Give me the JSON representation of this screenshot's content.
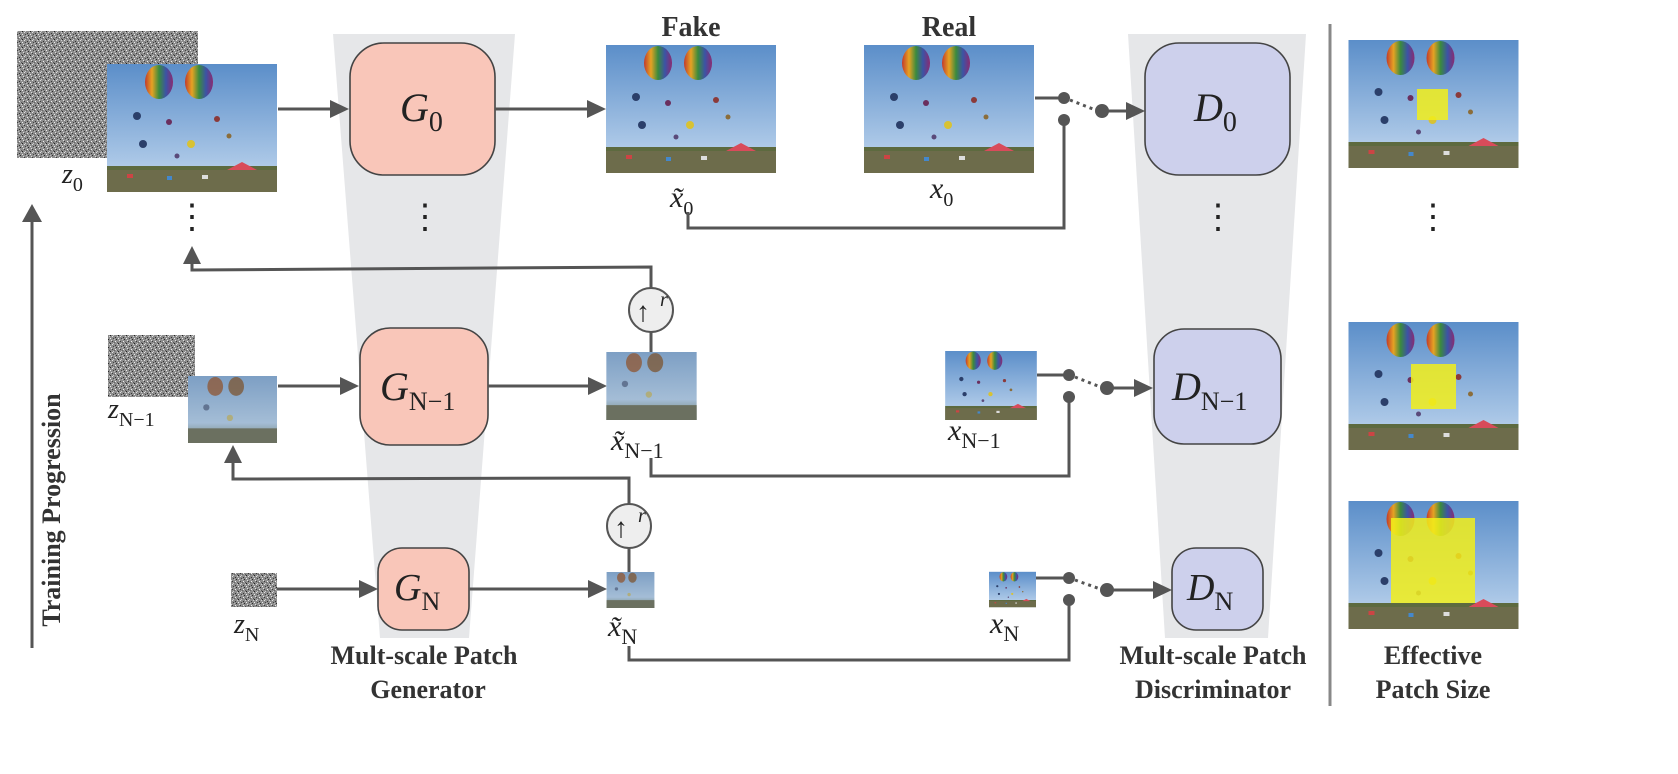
{
  "labels": {
    "fake": "Fake",
    "real": "Real",
    "generator_line1": "Mult-scale Patch",
    "generator_line2": "Generator",
    "discriminator_line1": "Mult-scale Patch",
    "discriminator_line2": "Discriminator",
    "effective_line1": "Effective",
    "effective_line2": "Patch Size",
    "training_progression": "Training Progression",
    "ellipsis": "⋮",
    "upsample": "↑",
    "upsample_exp": "r"
  },
  "generators": {
    "g0": {
      "base": "G",
      "sub": "0"
    },
    "gn1": {
      "base": "G",
      "sub": "N−1"
    },
    "gn": {
      "base": "G",
      "sub": "N"
    }
  },
  "discriminators": {
    "d0": {
      "base": "D",
      "sub": "0"
    },
    "dn1": {
      "base": "D",
      "sub": "N−1"
    },
    "dn": {
      "base": "D",
      "sub": "N"
    }
  },
  "variables": {
    "z0": {
      "base": "z",
      "sub": "0"
    },
    "zn1": {
      "base": "z",
      "sub": "N−1"
    },
    "zn": {
      "base": "z",
      "sub": "N"
    },
    "xt0": {
      "base": "x̃",
      "sub": "0"
    },
    "xtn1": {
      "base": "x̃",
      "sub": "N−1"
    },
    "xtn": {
      "base": "x̃",
      "sub": "N"
    },
    "x0": {
      "base": "x",
      "sub": "0"
    },
    "xn1": {
      "base": "x",
      "sub": "N−1"
    },
    "xn": {
      "base": "x",
      "sub": "N"
    }
  },
  "colors": {
    "generator_fill": "#f9c6b9",
    "discriminator_fill": "#cdd0ec",
    "trapezoid_fill": "#e6e7e9",
    "patch_highlight": "#f2ef1a",
    "wire": "#555555"
  }
}
